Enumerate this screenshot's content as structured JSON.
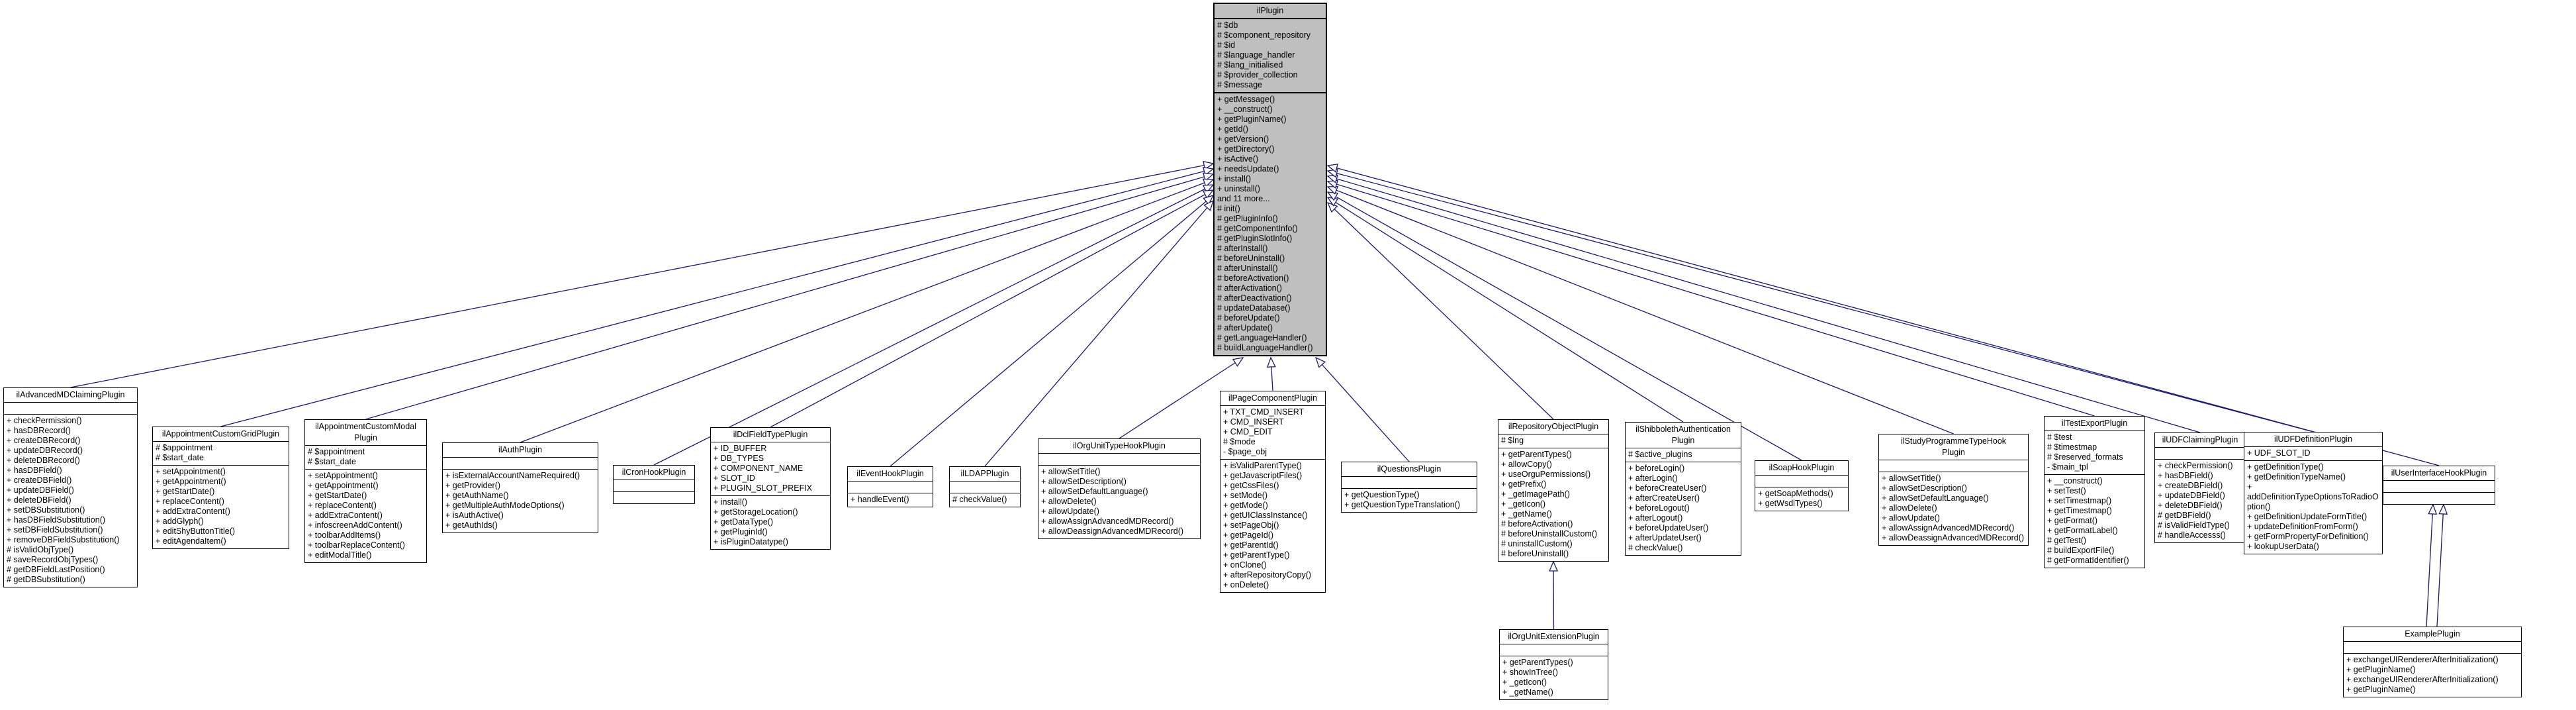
{
  "diagram": {
    "type": "uml-class-inheritance",
    "base_class": "ilPlugin",
    "colors": {
      "edge": "#191970",
      "highlight_fill": "#bfbfbf",
      "box_fill": "#ffffff",
      "border": "#000000"
    }
  },
  "classes": [
    {
      "id": "ilPlugin",
      "name": "ilPlugin",
      "highlighted": true,
      "attributes": [
        "# $db",
        "# $component_repository",
        "# $id",
        "# $language_handler",
        "# $lang_initialised",
        "# $provider_collection",
        "# $message"
      ],
      "methods": [
        "+ getMessage()",
        "+ __construct()",
        "+ getPluginName()",
        "+ getId()",
        "+ getVersion()",
        "+ getDirectory()",
        "+ isActive()",
        "+ needsUpdate()",
        "+ install()",
        "+ uninstall()",
        "and 11 more...",
        "# init()",
        "# getPluginInfo()",
        "# getComponentInfo()",
        "# getPluginSlotInfo()",
        "# afterInstall()",
        "# beforeUninstall()",
        "# afterUninstall()",
        "# beforeActivation()",
        "# afterActivation()",
        "# afterDeactivation()",
        "# updateDatabase()",
        "# beforeUpdate()",
        "# afterUpdate()",
        "# getLanguageHandler()",
        "# buildLanguageHandler()"
      ]
    },
    {
      "id": "ilAdvancedMDClaimingPlugin",
      "name": "ilAdvancedMDClaimingPlugin",
      "attributes": [],
      "methods": [
        "+ checkPermission()",
        "+ hasDBRecord()",
        "+ createDBRecord()",
        "+ updateDBRecord()",
        "+ deleteDBRecord()",
        "+ hasDBField()",
        "+ createDBField()",
        "+ updateDBField()",
        "+ deleteDBField()",
        "+ setDBSubstitution()",
        "+ hasDBFieldSubstitution()",
        "+ setDBFieldSubstitution()",
        "+ removeDBFieldSubstitution()",
        "# isValidObjType()",
        "# saveRecordObjTypes()",
        "# getDBFieldLastPosition()",
        "# getDBSubstitution()"
      ]
    },
    {
      "id": "ilAppointmentCustomGridPlugin",
      "name": "ilAppointmentCustomGridPlugin",
      "attributes": [
        "# $appointment",
        "# $start_date"
      ],
      "methods": [
        "+ setAppointment()",
        "+ getAppointment()",
        "+ getStartDate()",
        "+ replaceContent()",
        "+ addExtraContent()",
        "+ addGlyph()",
        "+ editShyButtonTitle()",
        "+ editAgendaItem()"
      ]
    },
    {
      "id": "ilAppointmentCustomModalPlugin",
      "name": "ilAppointmentCustomModalPlugin",
      "title_lines": [
        "ilAppointmentCustomModal",
        "Plugin"
      ],
      "attributes": [
        "# $appointment",
        "# $start_date"
      ],
      "methods": [
        "+ setAppointment()",
        "+ getAppointment()",
        "+ getStartDate()",
        "+ replaceContent()",
        "+ addExtraContent()",
        "+ infoscreenAddContent()",
        "+ toolbarAddItems()",
        "+ toolbarReplaceContent()",
        "+ editModalTitle()"
      ]
    },
    {
      "id": "ilAuthPlugin",
      "name": "ilAuthPlugin",
      "attributes": [],
      "methods": [
        "+ isExternalAccountNameRequired()",
        "+ getProvider()",
        "+ getAuthName()",
        "+ getMultipleAuthModeOptions()",
        "+ isAuthActive()",
        "+ getAuthIds()"
      ]
    },
    {
      "id": "ilCronHookPlugin",
      "name": "ilCronHookPlugin",
      "attributes": [],
      "methods": []
    },
    {
      "id": "ilDclFieldTypePlugin",
      "name": "ilDclFieldTypePlugin",
      "attributes": [
        "+ ID_BUFFER",
        "+ DB_TYPES",
        "+ COMPONENT_NAME",
        "+ SLOT_ID",
        "+ PLUGIN_SLOT_PREFIX"
      ],
      "methods": [
        "+ install()",
        "+ getStorageLocation()",
        "+ getDataType()",
        "+ getPluginId()",
        "+ isPluginDatatype()"
      ]
    },
    {
      "id": "ilEventHookPlugin",
      "name": "ilEventHookPlugin",
      "attributes": [],
      "methods": [
        "+ handleEvent()"
      ]
    },
    {
      "id": "ilLDAPPlugin",
      "name": "ilLDAPPlugin",
      "attributes": [],
      "methods": [
        "# checkValue()"
      ]
    },
    {
      "id": "ilOrgUnitTypeHookPlugin",
      "name": "ilOrgUnitTypeHookPlugin",
      "attributes": [],
      "methods": [
        "+ allowSetTitle()",
        "+ allowSetDescription()",
        "+ allowSetDefaultLanguage()",
        "+ allowDelete()",
        "+ allowUpdate()",
        "+ allowAssignAdvancedMDRecord()",
        "+ allowDeassignAdvancedMDRecord()"
      ]
    },
    {
      "id": "ilPageComponentPlugin",
      "name": "ilPageComponentPlugin",
      "attributes": [
        "+ TXT_CMD_INSERT",
        "+ CMD_INSERT",
        "+ CMD_EDIT",
        "# $mode",
        "- $page_obj"
      ],
      "methods": [
        "+ isValidParentType()",
        "+ getJavascriptFiles()",
        "+ getCssFiles()",
        "+ setMode()",
        "+ getMode()",
        "+ getUIClassInstance()",
        "+ setPageObj()",
        "+ getPageId()",
        "+ getParentId()",
        "+ getParentType()",
        "+ onClone()",
        "+ afterRepositoryCopy()",
        "+ onDelete()"
      ]
    },
    {
      "id": "ilQuestionsPlugin",
      "name": "ilQuestionsPlugin",
      "attributes": [],
      "methods": [
        "+ getQuestionType()",
        "+ getQuestionTypeTranslation()"
      ]
    },
    {
      "id": "ilRepositoryObjectPlugin",
      "name": "ilRepositoryObjectPlugin",
      "attributes": [
        "# $lng"
      ],
      "methods": [
        "+ getParentTypes()",
        "+ allowCopy()",
        "+ useOrguPermissions()",
        "+ getPrefix()",
        "+ _getImagePath()",
        "+ _getIcon()",
        "+ _getName()",
        "# beforeActivation()",
        "# beforeUninstallCustom()",
        "# uninstallCustom()",
        "# beforeUninstall()"
      ]
    },
    {
      "id": "ilShibbolethAuthenticationPlugin",
      "name": "ilShibbolethAuthenticationPlugin",
      "title_lines": [
        "ilShibbolethAuthentication",
        "Plugin"
      ],
      "attributes": [
        "# $active_plugins"
      ],
      "methods": [
        "+ beforeLogin()",
        "+ afterLogin()",
        "+ beforeCreateUser()",
        "+ afterCreateUser()",
        "+ beforeLogout()",
        "+ afterLogout()",
        "+ beforeUpdateUser()",
        "+ afterUpdateUser()",
        "# checkValue()"
      ]
    },
    {
      "id": "ilSoapHookPlugin",
      "name": "ilSoapHookPlugin",
      "attributes": [],
      "methods": [
        "+ getSoapMethods()",
        "+ getWsdlTypes()"
      ]
    },
    {
      "id": "ilStudyProgrammeTypeHookPlugin",
      "name": "ilStudyProgrammeTypeHookPlugin",
      "title_lines": [
        "ilStudyProgrammeTypeHook",
        "Plugin"
      ],
      "attributes": [],
      "methods": [
        "+ allowSetTitle()",
        "+ allowSetDescription()",
        "+ allowSetDefaultLanguage()",
        "+ allowDelete()",
        "+ allowUpdate()",
        "+ allowAssignAdvancedMDRecord()",
        "+ allowDeassignAdvancedMDRecord()"
      ]
    },
    {
      "id": "ilTestExportPlugin",
      "name": "ilTestExportPlugin",
      "attributes": [
        "# $test",
        "# $timestmap",
        "# $reserved_formats",
        "- $main_tpl"
      ],
      "methods": [
        "+ __construct()",
        "+ setTest()",
        "+ setTimestmap()",
        "+ getTimestmap()",
        "+ getFormat()",
        "+ getFormatLabel()",
        "# getTest()",
        "# buildExportFile()",
        "# getFormatIdentifier()"
      ]
    },
    {
      "id": "ilUDFClaimingPlugin",
      "name": "ilUDFClaimingPlugin",
      "attributes": [],
      "methods": [
        "+ checkPermission()",
        "+ hasDBField()",
        "+ createDBField()",
        "+ updateDBField()",
        "+ deleteDBField()",
        "# getDBField()",
        "# isValidFieldType()",
        "# handleAccesss()"
      ]
    },
    {
      "id": "ilUDFDefinitionPlugin",
      "name": "ilUDFDefinitionPlugin",
      "attributes": [
        "+ UDF_SLOT_ID"
      ],
      "methods": [
        "+ getDefinitionType()",
        "+ getDefinitionTypeName()",
        "+ addDefinitionTypeOptionsToRadioOption()",
        "+ getDefinitionUpdateFormTitle()",
        "+ updateDefinitionFromForm()",
        "+ getFormPropertyForDefinition()",
        "+ lookupUserData()"
      ]
    },
    {
      "id": "ilUserInterfaceHookPlugin",
      "name": "ilUserInterfaceHookPlugin",
      "attributes": [],
      "methods": []
    },
    {
      "id": "ilOrgUnitExtensionPlugin",
      "name": "ilOrgUnitExtensionPlugin",
      "attributes": [],
      "methods": [
        "+ getParentTypes()",
        "+ showInTree()",
        "+ _getIcon()",
        "+ _getName()"
      ]
    },
    {
      "id": "ExamplePlugin",
      "name": "ExamplePlugin",
      "attributes": [],
      "methods": [
        "+ exchangeUIRendererAfterInitialization()",
        "+ getPluginName()",
        "+ exchangeUIRendererAfterInitialization()",
        "+ getPluginName()"
      ]
    }
  ],
  "inheritance": [
    {
      "from": "ilAdvancedMDClaimingPlugin",
      "to": "ilPlugin"
    },
    {
      "from": "ilAppointmentCustomGridPlugin",
      "to": "ilPlugin"
    },
    {
      "from": "ilAppointmentCustomModalPlugin",
      "to": "ilPlugin"
    },
    {
      "from": "ilAuthPlugin",
      "to": "ilPlugin"
    },
    {
      "from": "ilCronHookPlugin",
      "to": "ilPlugin"
    },
    {
      "from": "ilDclFieldTypePlugin",
      "to": "ilPlugin"
    },
    {
      "from": "ilEventHookPlugin",
      "to": "ilPlugin"
    },
    {
      "from": "ilLDAPPlugin",
      "to": "ilPlugin"
    },
    {
      "from": "ilOrgUnitTypeHookPlugin",
      "to": "ilPlugin"
    },
    {
      "from": "ilPageComponentPlugin",
      "to": "ilPlugin"
    },
    {
      "from": "ilQuestionsPlugin",
      "to": "ilPlugin"
    },
    {
      "from": "ilRepositoryObjectPlugin",
      "to": "ilPlugin"
    },
    {
      "from": "ilShibbolethAuthenticationPlugin",
      "to": "ilPlugin"
    },
    {
      "from": "ilSoapHookPlugin",
      "to": "ilPlugin"
    },
    {
      "from": "ilStudyProgrammeTypeHookPlugin",
      "to": "ilPlugin"
    },
    {
      "from": "ilTestExportPlugin",
      "to": "ilPlugin"
    },
    {
      "from": "ilUDFClaimingPlugin",
      "to": "ilPlugin"
    },
    {
      "from": "ilUDFDefinitionPlugin",
      "to": "ilPlugin"
    },
    {
      "from": "ilUserInterfaceHookPlugin",
      "to": "ilPlugin"
    },
    {
      "from": "ilOrgUnitExtensionPlugin",
      "to": "ilRepositoryObjectPlugin"
    },
    {
      "from": "ExamplePlugin",
      "to": "ilUserInterfaceHookPlugin"
    },
    {
      "from": "ExamplePlugin",
      "to": "ilUserInterfaceHookPlugin"
    }
  ]
}
